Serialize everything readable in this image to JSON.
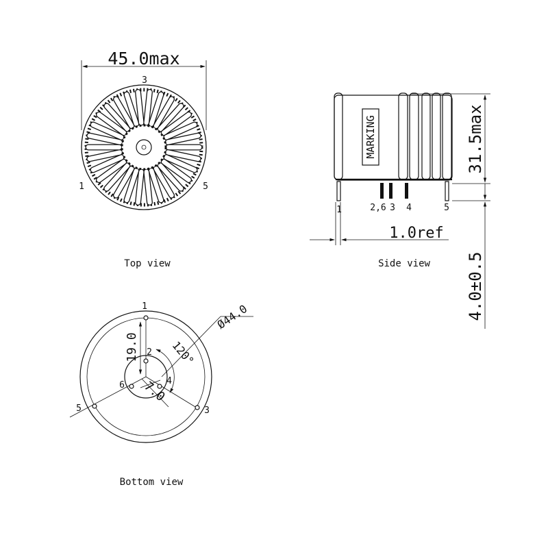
{
  "top_view": {
    "dimension": "45.0max",
    "pins": {
      "top": "3",
      "left": "1",
      "right": "5"
    },
    "caption": "Top view"
  },
  "side_view": {
    "marking": "MARKING",
    "height_dim": "31.5max",
    "pin_length_dim": "4.0±0.5",
    "pin_diameter_dim": "1.0ref",
    "pin_labels": {
      "p1": "1",
      "p26": "2,6",
      "p3": "3",
      "p4": "4",
      "p5": "5"
    },
    "caption": "Side view"
  },
  "bottom_view": {
    "diameter_dim": "Ø44.0",
    "radius_dim": "19.0",
    "angle_dim": "120°",
    "inner_dim": "7.0",
    "pins": {
      "p1": "1",
      "p2": "2",
      "p3": "3",
      "p4": "4",
      "p5": "5",
      "p6": "6"
    },
    "caption": "Bottom view"
  }
}
